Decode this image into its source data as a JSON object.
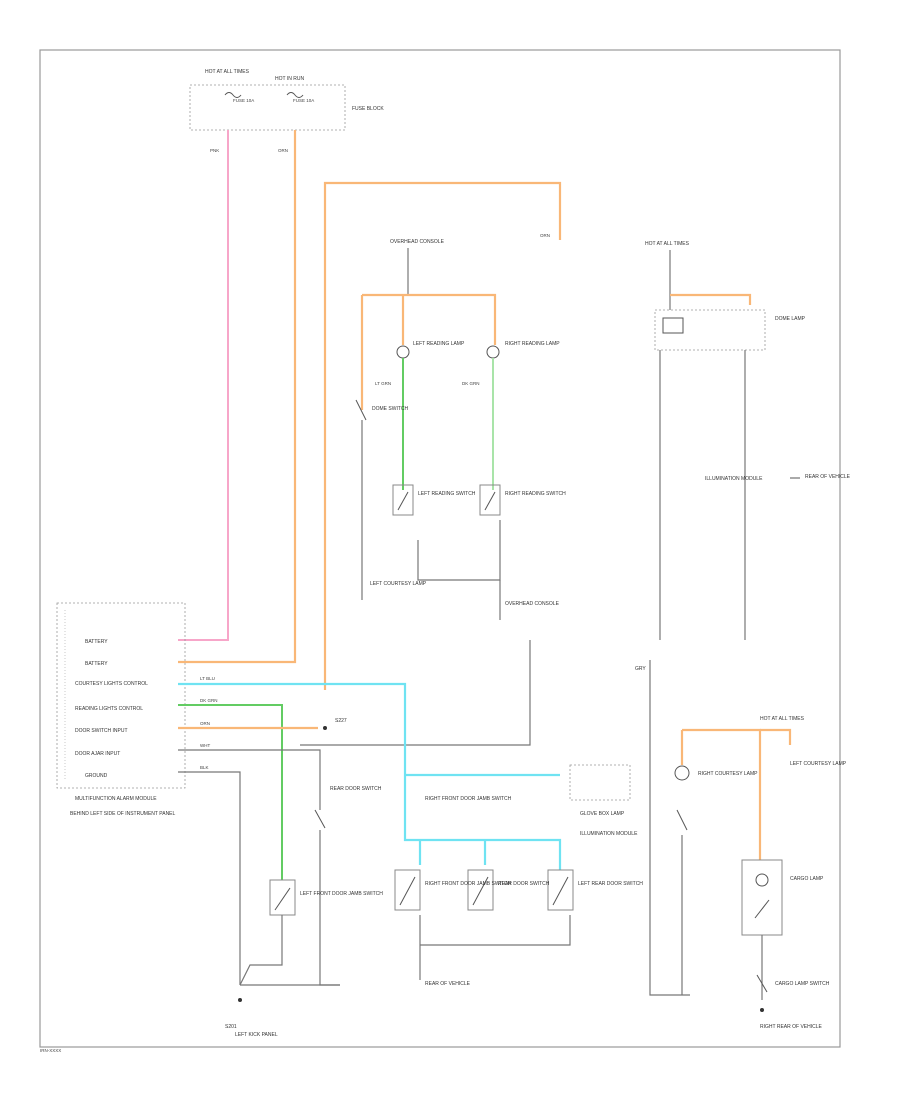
{
  "labels": {
    "fuse_block": "FUSE BLOCK",
    "hot_at_all_times": "HOT AT ALL TIMES",
    "hot_in_run": "HOT IN RUN",
    "illum_fuse": "FUSE 10A",
    "dome_fuse": "FUSE 10A",
    "multifunction_module": "MULTIFUNCTION ALARM MODULE",
    "module_location": "BEHIND LEFT SIDE OF INSTRUMENT PANEL",
    "pin_battery": "BATTERY",
    "pin_battery2": "BATTERY",
    "pin_courtesy": "COURTESY LIGHTS CONTROL",
    "pin_reading": "READING LIGHTS CONTROL",
    "pin_door_switch": "DOOR SWITCH INPUT",
    "pin_ajar": "DOOR AJAR INPUT",
    "pin_ground": "GROUND",
    "left_reading_lamp": "LEFT READING LAMP",
    "right_reading_lamp": "RIGHT READING LAMP",
    "left_reading_switch": "LEFT READING SWITCH",
    "right_reading_switch": "RIGHT READING SWITCH",
    "dome_lamp": "DOME LAMP",
    "dome_switch": "DOME SWITCH",
    "roof_console": "OVERHEAD CONSOLE",
    "courtesy_left": "LEFT COURTESY LAMP",
    "courtesy_right": "RIGHT COURTESY LAMP",
    "cargo_lamp": "CARGO LAMP",
    "cargo_switch": "CARGO LAMP SWITCH",
    "left_front_door": "LEFT FRONT DOOR JAMB SWITCH",
    "right_front_door": "RIGHT FRONT DOOR JAMB SWITCH",
    "rear_door": "REAR DOOR SWITCH",
    "left_rear_door": "LEFT REAR DOOR SWITCH",
    "glove_box_lamp": "GLOVE BOX LAMP",
    "illumination_module": "ILLUMINATION MODULE",
    "g_left_kick": "LEFT KICK PANEL",
    "g_rear": "REAR OF VEHICLE",
    "g_cargo": "RIGHT REAR OF VEHICLE",
    "splice_1": "S227",
    "splice_2": "S201",
    "footer": "IRN-XXXX",
    "wire_pink": "PNK",
    "wire_orange": "ORN",
    "wire_lgrn": "LT GRN",
    "wire_dkgrn": "DK GRN",
    "wire_ltblu": "LT BLU",
    "wire_blk": "BLK",
    "wire_wht": "WHT",
    "wire_gray": "GRY"
  },
  "colors": {
    "pink": "#f7a6c9",
    "orange": "#f9b777",
    "cyan": "#6fe3f2",
    "green": "#63cc63",
    "light_green": "#a9e4a9",
    "wire_gray": "#777777"
  }
}
